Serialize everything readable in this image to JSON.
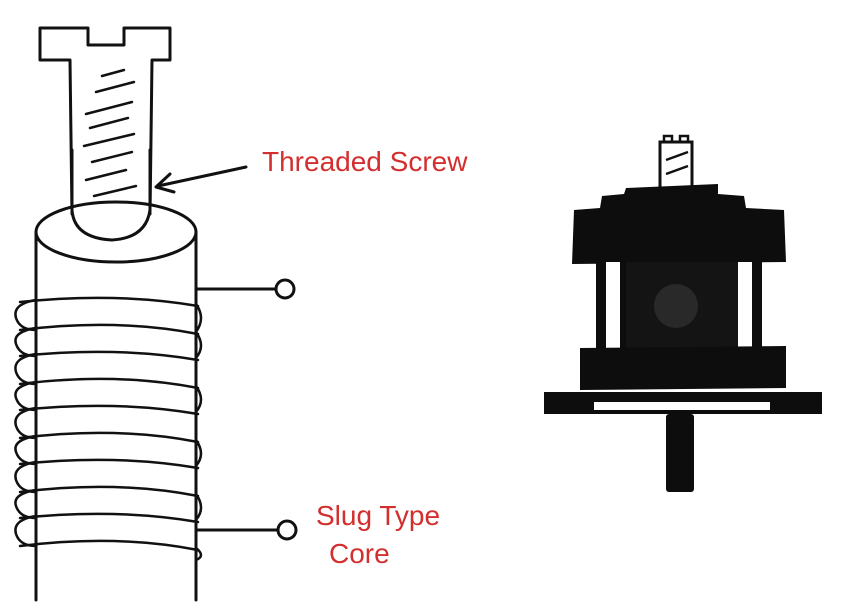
{
  "labels": {
    "threaded_screw": "Threaded Screw",
    "slug_core_line1": "Slug Type",
    "slug_core_line2": "Core"
  },
  "colors": {
    "label_red": "#d32f2f",
    "ink": "#111111",
    "background": "#ffffff"
  },
  "figures": {
    "left": "schematic-inductor-with-slug-core",
    "right": "photo-style-variable-inductor-assembly"
  }
}
